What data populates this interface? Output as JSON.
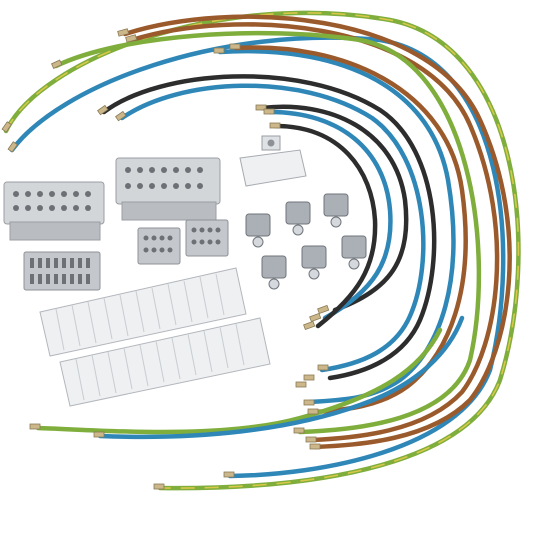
{
  "scene": {
    "background": "#ffffff",
    "colors": {
      "green_yellow": "#7fae3c",
      "yellow_stripe": "#d8c84a",
      "blue": "#2f87b8",
      "brown": "#9a5a2c",
      "black": "#2d2d2d",
      "ferrule": "#cbb78a",
      "terminal_gray": "#c4c8cc",
      "terminal_dark": "#8e9297",
      "comb_white": "#eef0f2",
      "clamp_steel": "#aab0b6"
    },
    "objects": [
      "green-yellow-wire",
      "blue-wire",
      "brown-wire",
      "black-wire",
      "terminal-block-large",
      "terminal-block-small",
      "terminal-strip",
      "comb-busbar",
      "screw-clamp",
      "mounting-bracket"
    ]
  }
}
